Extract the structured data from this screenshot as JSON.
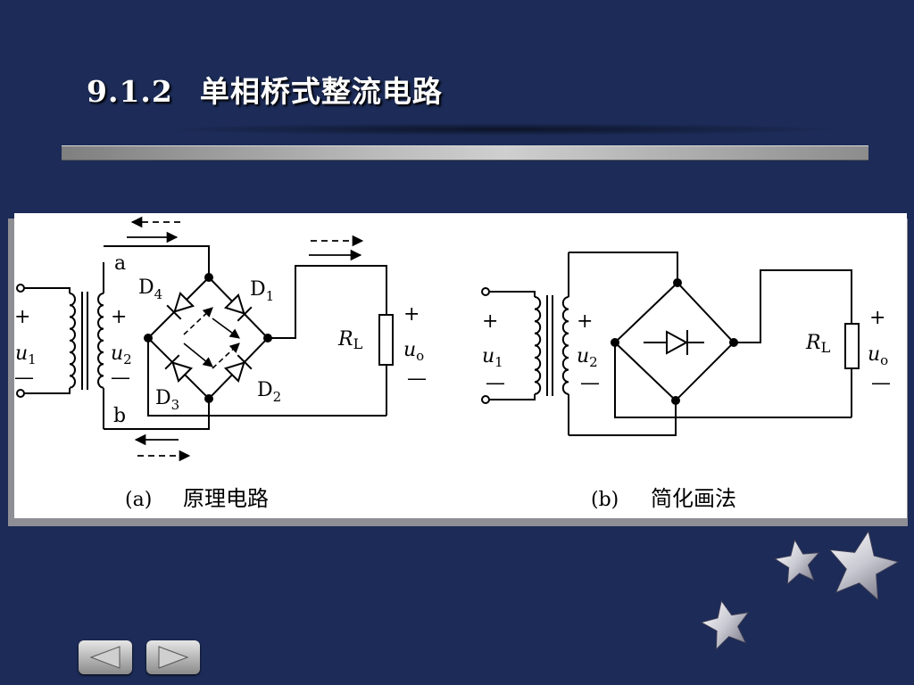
{
  "slide": {
    "section_number": "9.1.2",
    "title": "单相桥式整流电路"
  },
  "diagram_a": {
    "node_top": "a",
    "node_bottom": "b",
    "diodes": [
      "D",
      "D",
      "D",
      "D"
    ],
    "diode_subs": [
      "1",
      "2",
      "3",
      "4"
    ],
    "u1_var": "u",
    "u1_sub": "1",
    "u2_var": "u",
    "u2_sub": "2",
    "plus": "+",
    "minus": "—",
    "load_var": "R",
    "load_sub": "L",
    "uo_var": "u",
    "uo_sub": "o",
    "caption_tag": "(a)",
    "caption_text": "原理电路"
  },
  "diagram_b": {
    "u1_var": "u",
    "u1_sub": "1",
    "u2_var": "u",
    "u2_sub": "2",
    "plus": "+",
    "minus": "—",
    "load_var": "R",
    "load_sub": "L",
    "uo_var": "u",
    "uo_sub": "o",
    "caption_tag": "(b)",
    "caption_text": "简化画法"
  },
  "nav": {
    "prev_icon": "prev-slide-icon",
    "next_icon": "next-slide-icon"
  },
  "colors": {
    "background": "#1c2b57",
    "panel": "#ffffff",
    "ink": "#000000",
    "title": "#ffffff"
  }
}
